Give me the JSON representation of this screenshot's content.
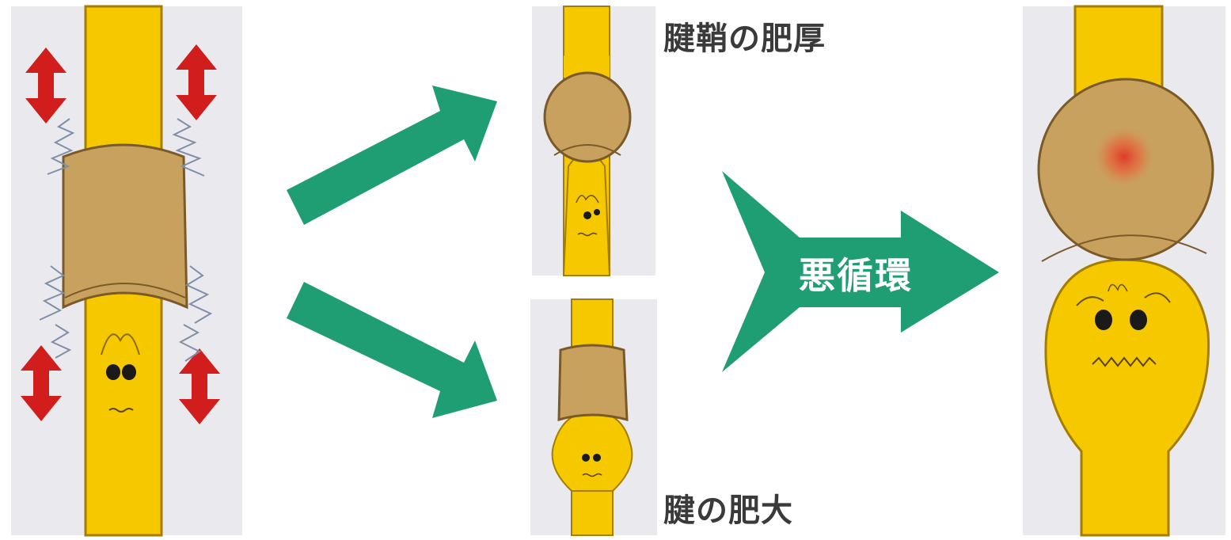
{
  "labels": {
    "sheath_thickening": "腱鞘の肥厚",
    "tendon_enlargement": "腱の肥大",
    "vicious_cycle": "悪循環"
  },
  "icons": {
    "friction_arrows": "double-arrow-icon",
    "flow_arrows": "green-arrow-icon",
    "friction_marks": "zigzag-icon"
  },
  "colors": {
    "tendon": "#f5c800",
    "tendon_outline": "#a57d00",
    "sheath": "#c9a15e",
    "sheath_outline": "#7a5a28",
    "panel_bg": "#eaeaee",
    "flow_arrow": "#1f9e74",
    "friction_arrow": "#d21d1d",
    "inflammation": "#e03a2a"
  }
}
